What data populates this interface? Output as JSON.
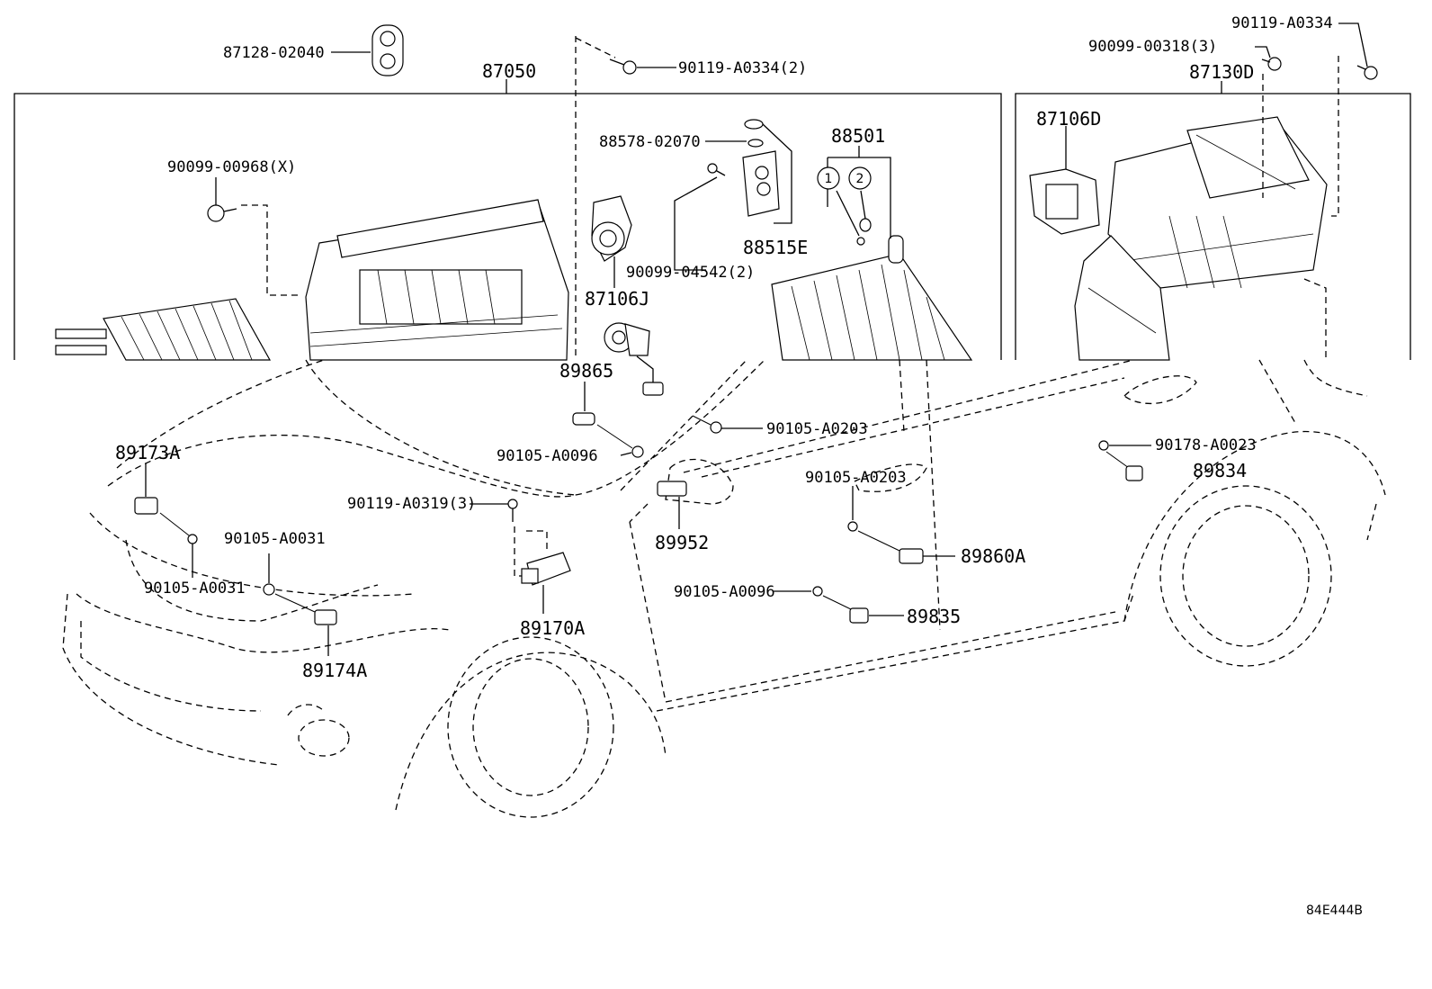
{
  "diagram": {
    "drawing_code": "84E444B",
    "assemblies": {
      "heater_unit": "87050",
      "blower_unit": "87130D",
      "evaporator": "88501"
    },
    "callouts": {
      "p87128": "87128-02040",
      "p90119_a0334_2": "90119-A0334(2)",
      "p88578": "88578-02070",
      "p90099_00968": "90099-00968(X)",
      "p88515e": "88515E",
      "p90099_04542": "90099-04542(2)",
      "p87106j": "87106J",
      "p87106d": "87106D",
      "p90119_a0334": "90119-A0334",
      "p90099_00318": "90099-00318(3)",
      "p89865": "89865",
      "p90105_a0203_top": "90105-A0203",
      "p89173a": "89173A",
      "p90105_a0096_top": "90105-A0096",
      "p90119_a0319": "90119-A0319(3)",
      "p90105_a0031_a": "90105-A0031",
      "p90105_a0031_b": "90105-A0031",
      "p89952": "89952",
      "p90105_a0203_mid": "90105-A0203",
      "p90178_a0023": "90178-A0023",
      "p89834": "89834",
      "p89860a": "89860A",
      "p90105_a0096_bot": "90105-A0096",
      "p89835": "89835",
      "p89170a": "89170A",
      "p89174a": "89174A"
    },
    "circled": {
      "c1": "1",
      "c2": "2"
    }
  }
}
